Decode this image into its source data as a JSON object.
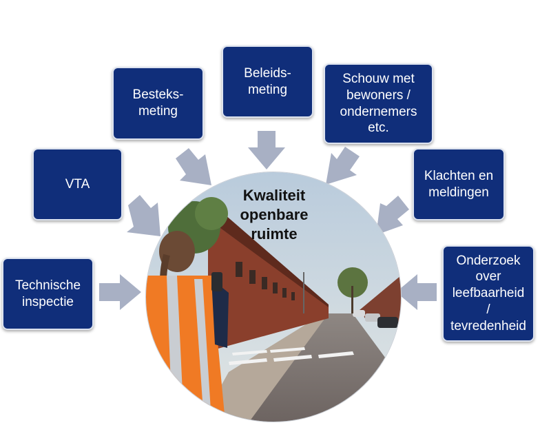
{
  "center": {
    "title": "Kwaliteit\nopenbare\nruimte"
  },
  "boxes": {
    "technische": "Technische\ninspectie",
    "vta": "VTA",
    "besteks": "Besteks-\nmeting",
    "beleids": "Beleids-\nmeting",
    "schouw": "Schouw met\nbewoners /\nondernemers\netc.",
    "klachten": "Klachten en\nmeldingen",
    "onderzoek": "Onderzoek\nover\nleefbaarheid\n/\ntevredenheid"
  },
  "colors": {
    "box_fill": "#102e7a",
    "box_text": "#ffffff",
    "arrow": "#a8b0c4",
    "title_text": "#111111"
  }
}
